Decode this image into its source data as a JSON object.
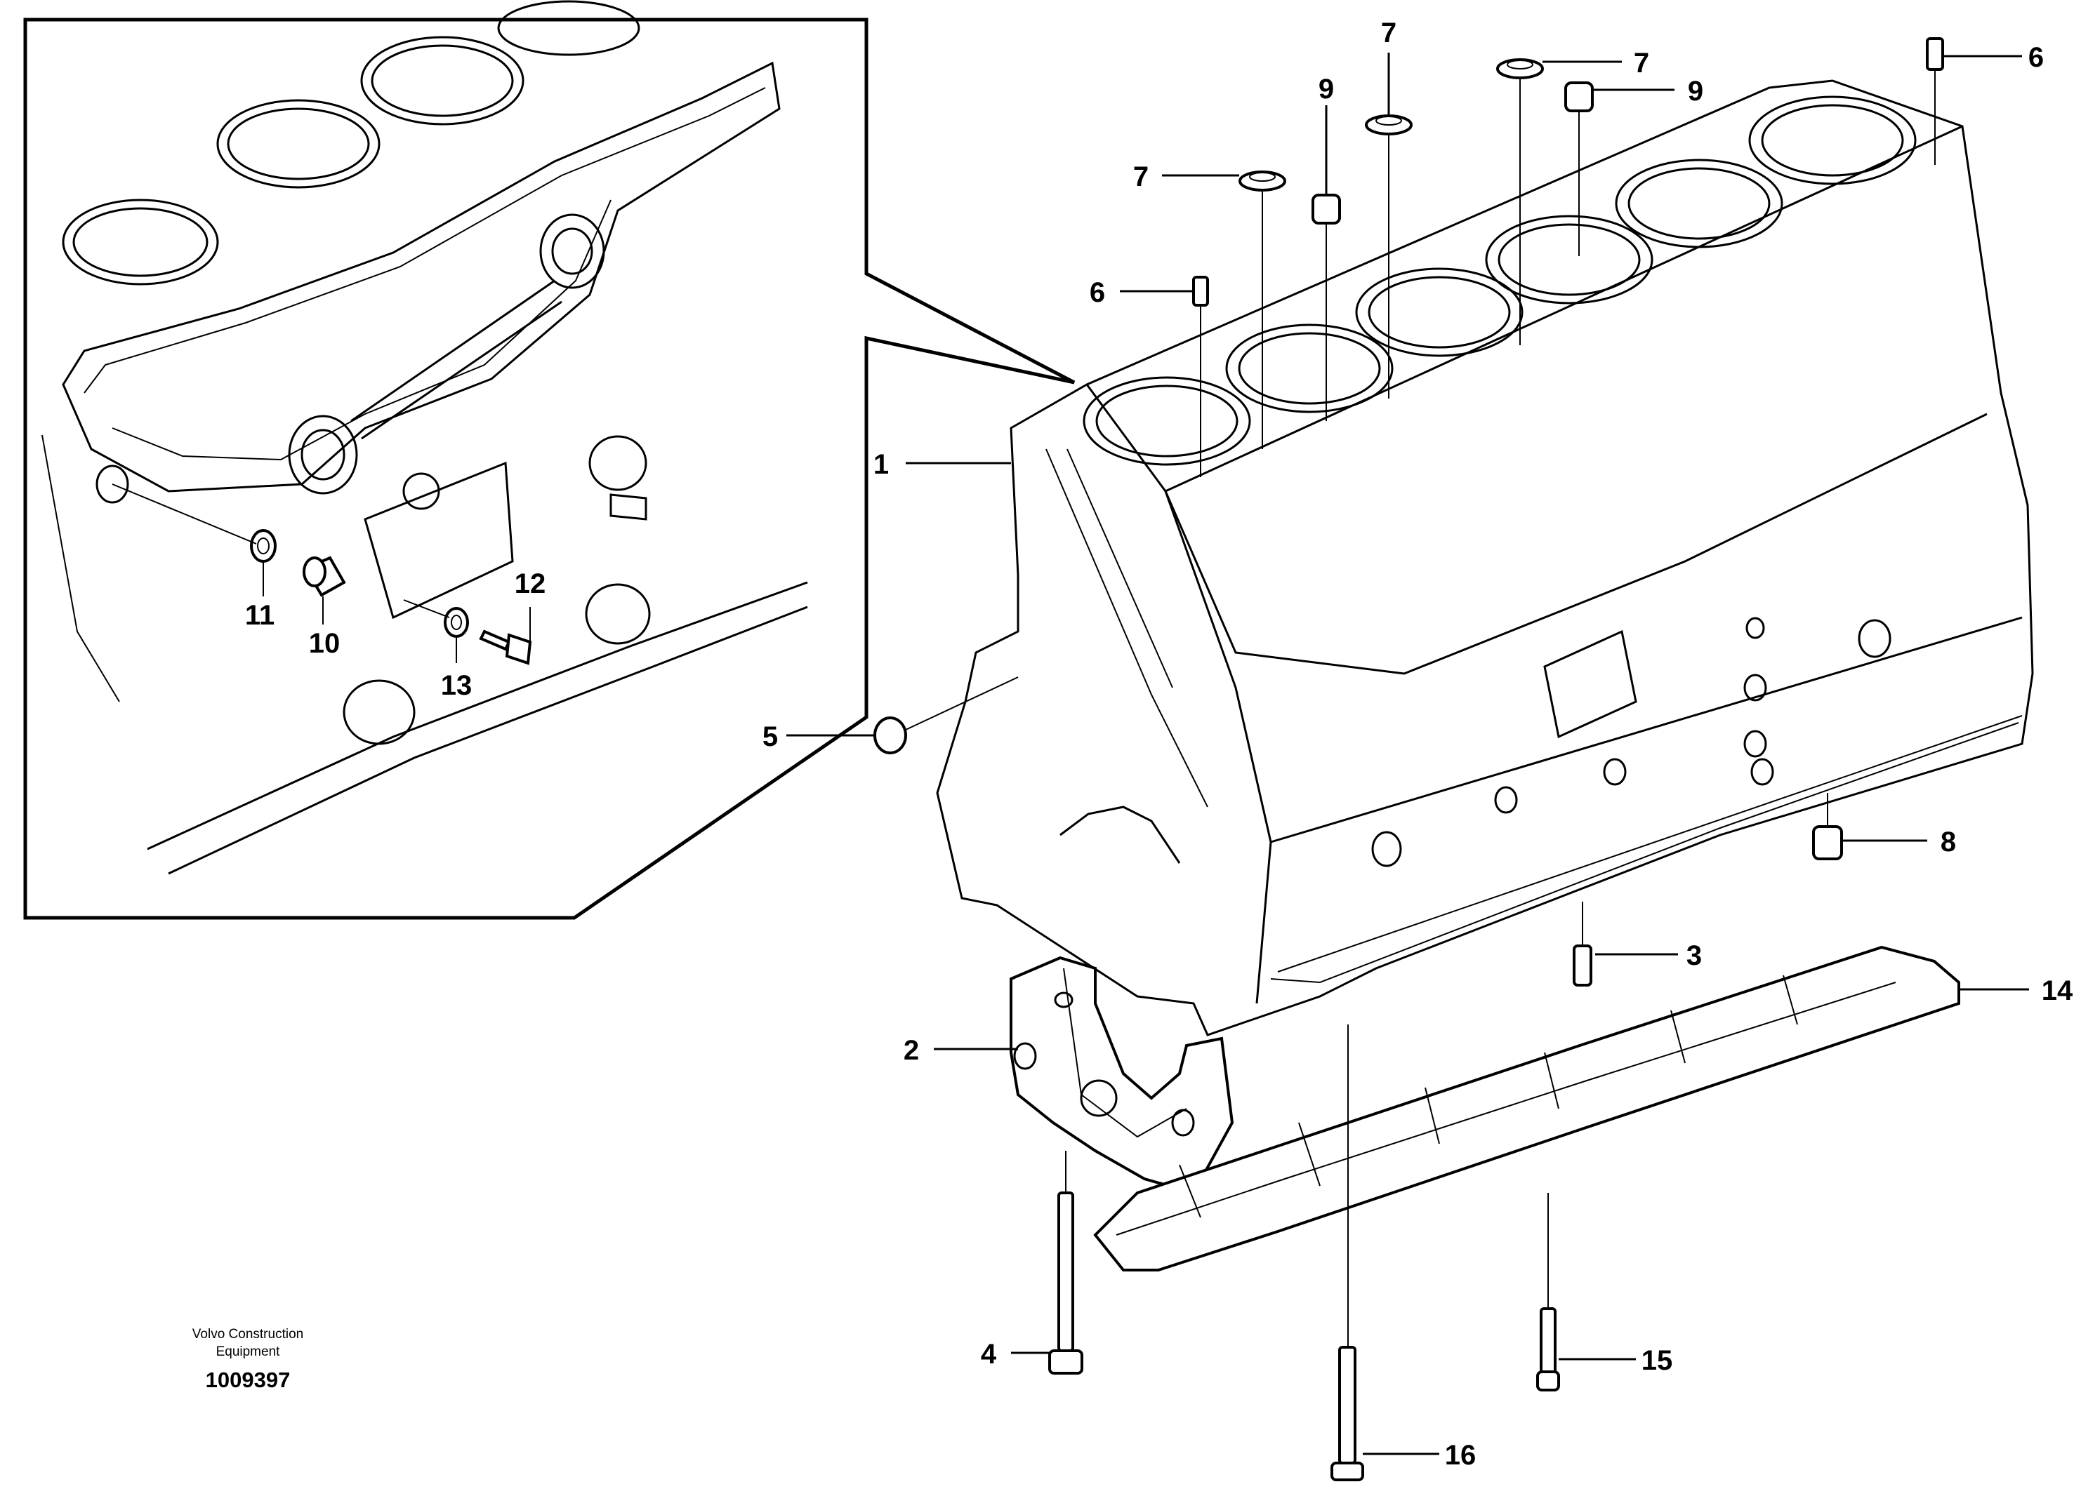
{
  "drawing": {
    "publisher_line1": "Volvo Construction",
    "publisher_line2": "Equipment",
    "drawing_number": "1009397"
  },
  "callouts": {
    "c1": "1",
    "c2": "2",
    "c3": "3",
    "c4": "4",
    "c5": "5",
    "c6a": "6",
    "c6b": "6",
    "c7a": "7",
    "c7b": "7",
    "c7c": "7",
    "c8": "8",
    "c9a": "9",
    "c9b": "9",
    "c10": "10",
    "c11": "11",
    "c12": "12",
    "c13": "13",
    "c14": "14",
    "c15": "15",
    "c16": "16"
  }
}
